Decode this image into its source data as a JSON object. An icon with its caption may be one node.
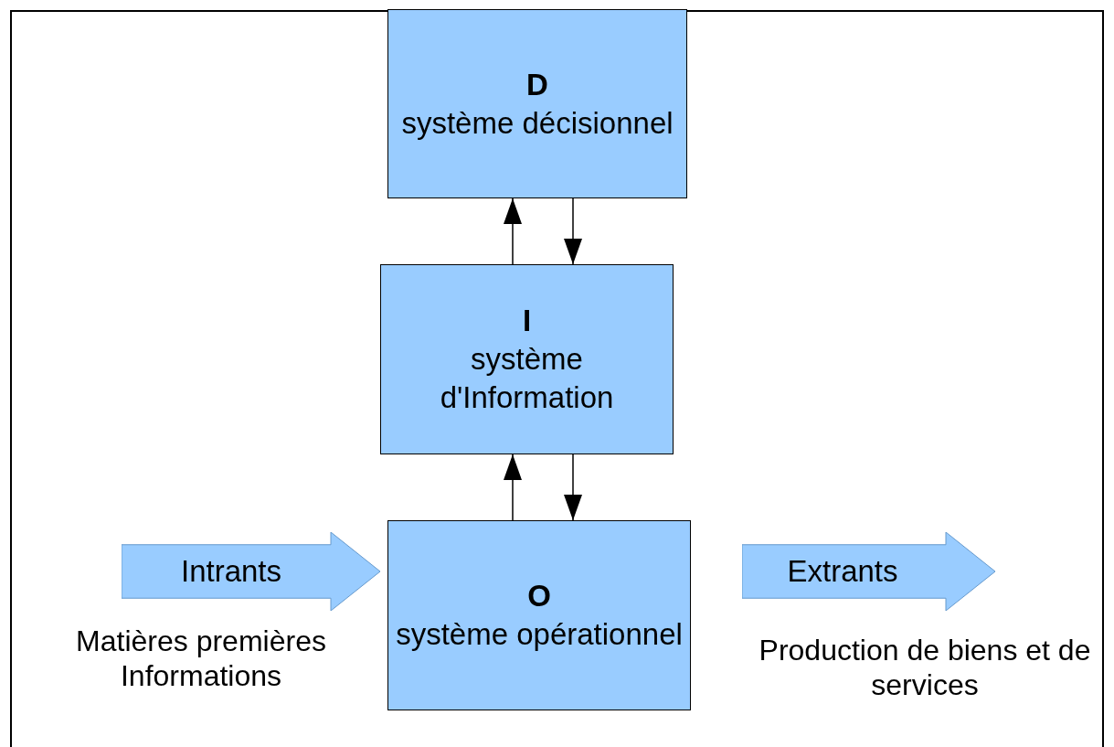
{
  "diagram": {
    "nodes": [
      {
        "text": [
          "D",
          "système décisionnel"
        ]
      },
      {
        "text": [
          "I",
          "système d'Information"
        ]
      },
      {
        "text": [
          "O",
          "système opérationnel"
        ]
      },
      {
        "text": [
          "Intrants"
        ],
        "beside": [
          "Matières premières Informations"
        ]
      },
      {
        "text": [
          "Extrants"
        ],
        "beside": [
          "Production de biens et de services"
        ]
      }
    ],
    "edges": [
      {
        "from": 1,
        "to": 0,
        "arrow": "to"
      },
      {
        "from": 0,
        "to": 1,
        "arrow": "to"
      },
      {
        "from": 2,
        "to": 1,
        "arrow": "to"
      },
      {
        "from": 1,
        "to": 2,
        "arrow": "to"
      }
    ]
  }
}
